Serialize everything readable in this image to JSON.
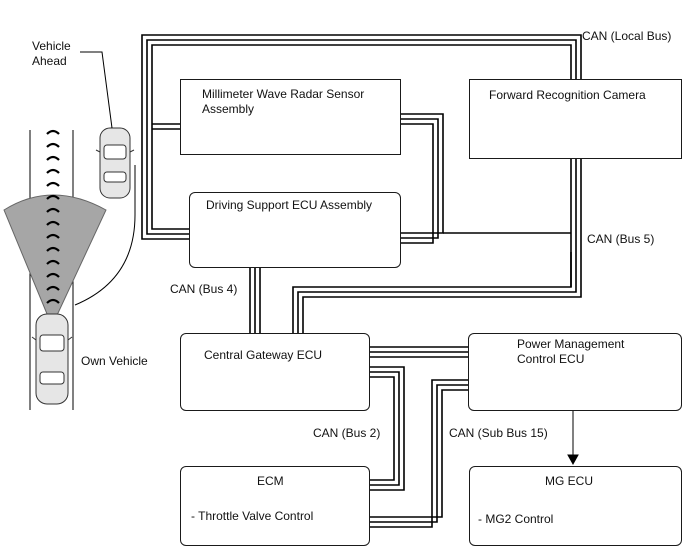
{
  "scene": {
    "vehicle_ahead_label": "Vehicle\nAhead",
    "own_vehicle_label": "Own Vehicle"
  },
  "components": {
    "radar": {
      "title": "Millimeter Wave Radar Sensor Assembly"
    },
    "camera": {
      "title": "Forward Recognition Camera"
    },
    "driving_support_ecu": {
      "title": "Driving Support ECU Assembly"
    },
    "central_gateway": {
      "title": "Central Gateway ECU"
    },
    "power_management": {
      "title": "Power Management Control ECU"
    },
    "ecm": {
      "title": "ECM",
      "function": "- Throttle Valve Control"
    },
    "mg_ecu": {
      "title": "MG ECU",
      "function": "- MG2 Control"
    }
  },
  "buses": {
    "local": "CAN (Local Bus)",
    "bus5": "CAN (Bus 5)",
    "bus4": "CAN (Bus 4)",
    "bus2": "CAN (Bus 2)",
    "subbus15": "CAN (Sub Bus 15)"
  },
  "colors": {
    "line": "#000000",
    "radar_fan": "#a6a6a6",
    "car_body": "#e6e6e6"
  }
}
